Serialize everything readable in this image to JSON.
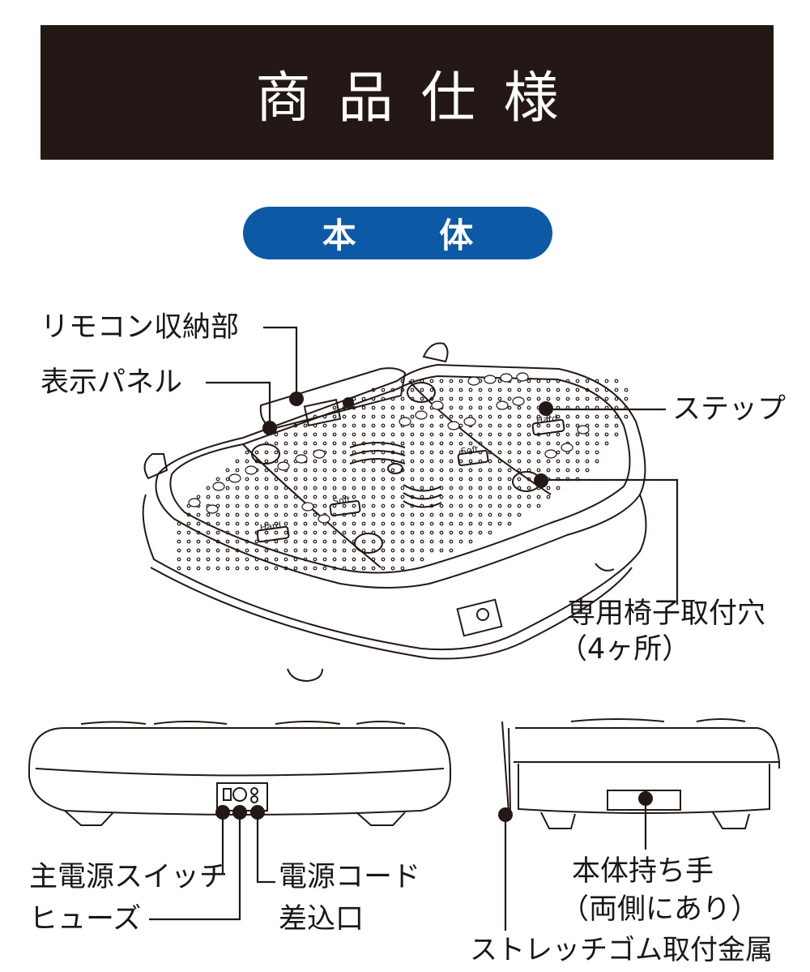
{
  "header": {
    "title": "商品仕様"
  },
  "section": {
    "label": "本 体"
  },
  "labels": {
    "remote_storage": "リモコン収納部",
    "display_panel": "表示パネル",
    "step": "ステップ",
    "chair_holes_line1": "専用椅子取付穴",
    "chair_holes_line2": "（4ヶ所）",
    "main_switch": "主電源スイッチ",
    "fuse": "ヒューズ",
    "power_inlet_line1": "電源コード",
    "power_inlet_line2": "差込口",
    "handle_line1": "本体持ち手",
    "handle_line2": "（両側にあり）",
    "strap_fitting": "ストレッチゴム取付金属"
  },
  "pad_marks": {
    "hard": "Hard",
    "soft": "Soft"
  },
  "colors": {
    "header_bg": "#231815",
    "pill_bg": "#0c5aa6",
    "ink": "#231815"
  }
}
